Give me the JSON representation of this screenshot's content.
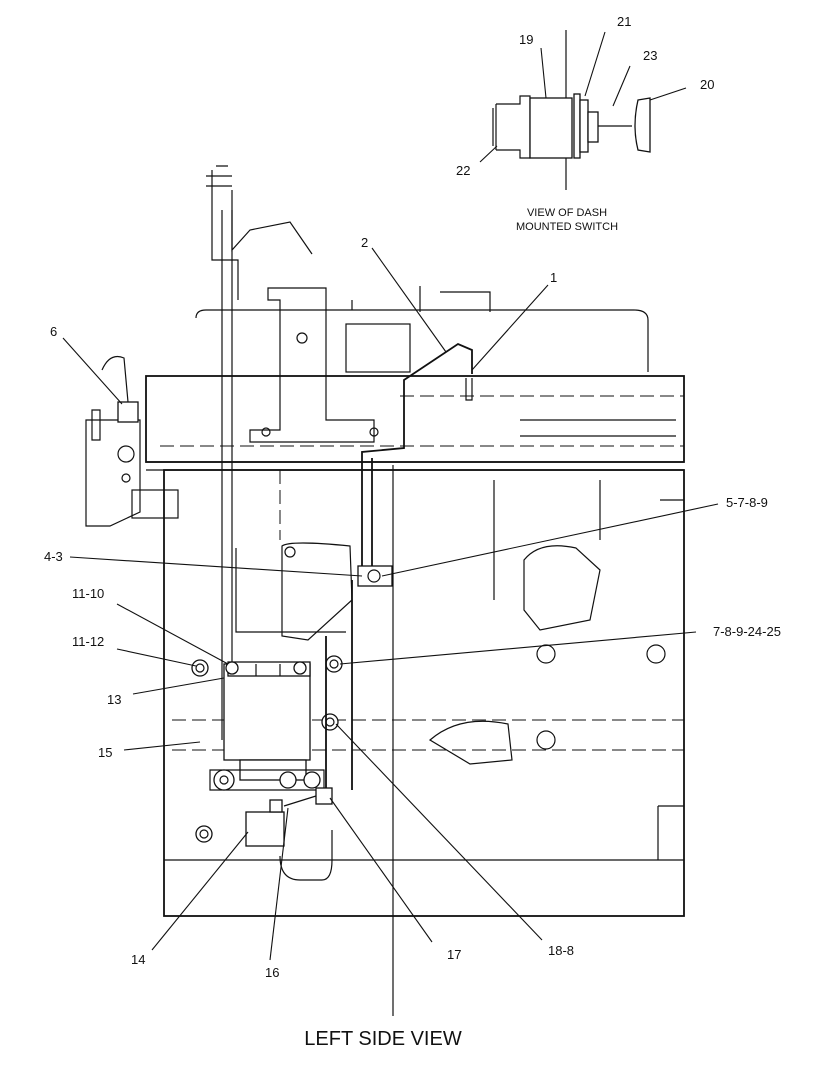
{
  "view_title": "LEFT SIDE VIEW",
  "inset": {
    "caption_line1": "VIEW OF DASH",
    "caption_line2": "MOUNTED SWITCH"
  },
  "callouts": {
    "c1": "1",
    "c2": "2",
    "c6": "6",
    "c5789": "5-7-8-9",
    "c43": "4-3",
    "c1110": "11-10",
    "c789": "7-8-9-24-25",
    "c1112": "11-12",
    "c13": "13",
    "c15": "15",
    "c14": "14",
    "c16": "16",
    "c17": "17",
    "c188": "18-8",
    "c19": "19",
    "c20": "20",
    "c21": "21",
    "c22": "22",
    "c23": "23"
  }
}
